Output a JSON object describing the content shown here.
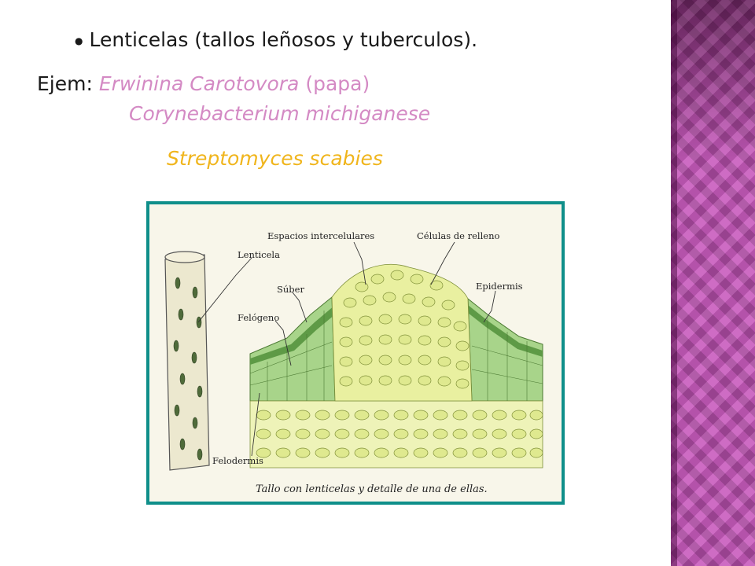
{
  "slide": {
    "bullet": "Lenticelas (tallos leñosos y tuberculos).",
    "ejem_prefix": "Ejem:",
    "species_1": "Erwinina Carotovora",
    "species_1_note": "(papa)",
    "species_2": "Corynebacterium michiganese",
    "species_3": "Streptomyces scabies"
  },
  "figure": {
    "labels": {
      "lenticela": "Lenticela",
      "suber": "Súber",
      "felogeno": "Felógeno",
      "felodermis": "Felodermis",
      "espacios": "Espacios intercelulares",
      "celulas": "Células de relleno",
      "epidermis": "Epidermis"
    },
    "caption": "Tallo con lenticelas y detalle de una de ellas."
  },
  "colors": {
    "species_1": "#d48ac4",
    "species_3": "#f0b51c",
    "frame": "#0f8f8a",
    "side_panel": "#b452a8"
  }
}
